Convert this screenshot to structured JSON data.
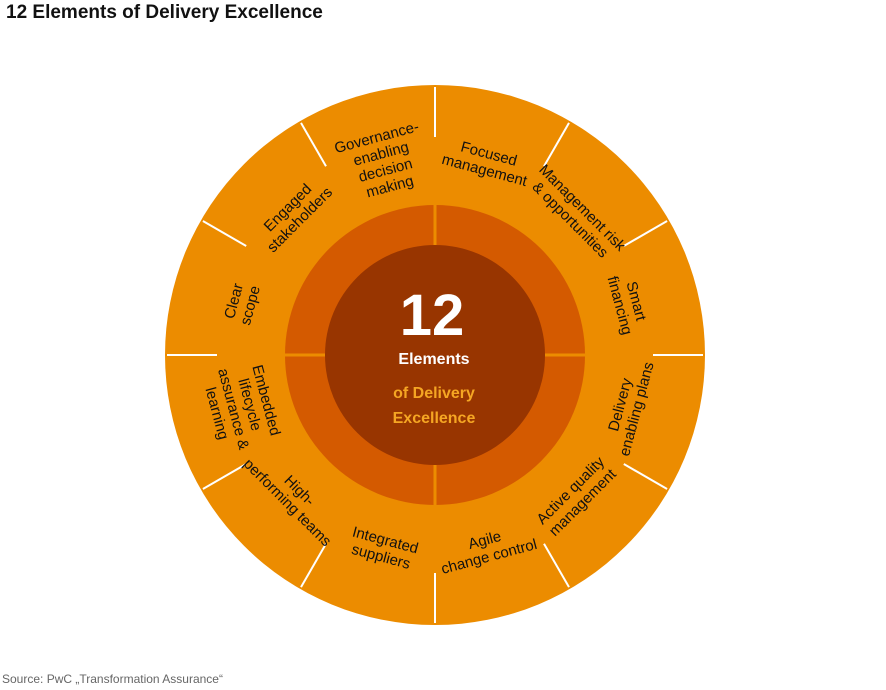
{
  "title": "12 Elements of Delivery Excellence",
  "source": "Source: PwC „Transformation Assurance“",
  "colors": {
    "outer_ring": "#ec8c00",
    "middle_ring": "#d45a00",
    "center": "#983500",
    "divider": "#ffffff",
    "accent_text": "#f5a623"
  },
  "center": {
    "number": "12",
    "line1": "Elements",
    "line2": "of Delivery",
    "line3": "Excellence"
  },
  "segments": [
    {
      "lines": [
        "Focused",
        "management"
      ]
    },
    {
      "lines": [
        "Management risk",
        "& opportunities"
      ]
    },
    {
      "lines": [
        "Smart",
        "financing"
      ]
    },
    {
      "lines": [
        "Delivery",
        "enabling plans"
      ]
    },
    {
      "lines": [
        "Active quality",
        "management"
      ]
    },
    {
      "lines": [
        "Agile",
        "change control"
      ]
    },
    {
      "lines": [
        "Integrated",
        "suppliers"
      ]
    },
    {
      "lines": [
        "High-",
        "performing teams"
      ]
    },
    {
      "lines": [
        "Embedded",
        "lifecycle",
        "assurance &",
        "learning"
      ]
    },
    {
      "lines": [
        "Clear",
        "scope"
      ]
    },
    {
      "lines": [
        "Engaged",
        "stakeholders"
      ]
    },
    {
      "lines": [
        "Governance-",
        "enabling",
        "decision",
        "making"
      ]
    }
  ]
}
